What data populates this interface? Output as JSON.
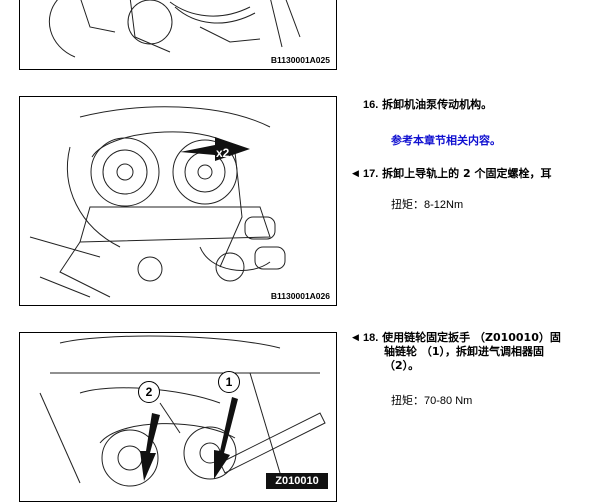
{
  "figures": [
    {
      "code": "B1130001A025"
    },
    {
      "code": "B1130001A026",
      "badge": "x2"
    },
    {
      "tool": "Z010010",
      "callouts": [
        "2",
        "1"
      ]
    }
  ],
  "steps": [
    {
      "number": "16.",
      "text": "拆卸机油泵传动机构。",
      "reference": "参考本章节相关内容。"
    },
    {
      "marker": "◀",
      "number": "17.",
      "text": "拆卸上导轨上的 2 个固定螺栓，耳",
      "torque_label": "扭矩：",
      "torque_value": "8-12Nm"
    },
    {
      "marker": "◀",
      "number": "18.",
      "line1": "使用链轮固定扳手 （Z010010）固",
      "line2": "轴链轮 （1），拆卸进气调相器固",
      "line3": "（2）。",
      "torque_label": "扭矩：",
      "torque_value": "70-80 Nm"
    }
  ]
}
